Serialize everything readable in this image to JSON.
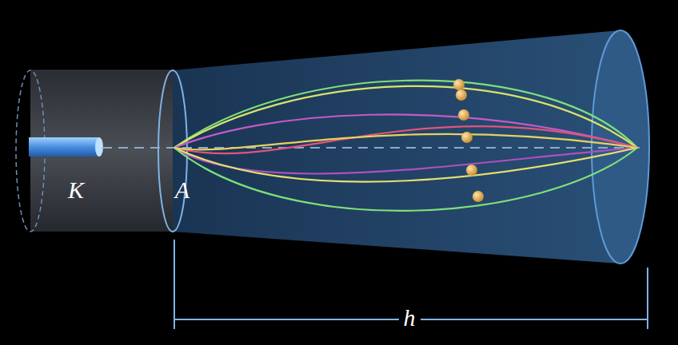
{
  "diagram": {
    "labels": [
      "K",
      "A",
      "h"
    ]
  }
}
